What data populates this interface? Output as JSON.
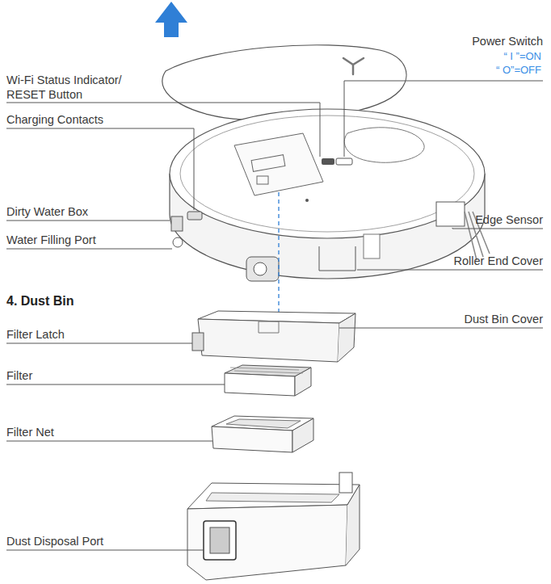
{
  "diagram": {
    "labels": [
      "Wi-Fi Status Indicator/ RESET Button",
      "Charging Contacts",
      "Dirty Water Box",
      "Water Filling Port",
      "Power Switch",
      "“ I ”=ON",
      "“ O”=OFF",
      "Edge Sensor",
      "Roller End Cover",
      "4. Dust Bin",
      "Dust Bin Cover",
      "Filter Latch",
      "Filter",
      "Filter Net",
      "Dust Disposal Port"
    ]
  }
}
